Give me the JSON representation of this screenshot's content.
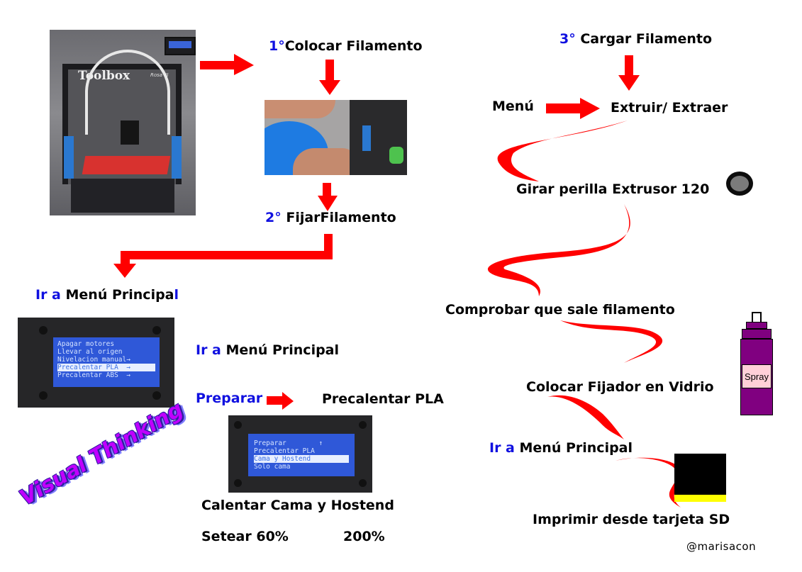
{
  "steps": {
    "s1_num": "1°",
    "s1_text": "Colocar Filamento",
    "s2_num": "2°",
    "s2_text": " FijarFilamento",
    "s3_num": "3°",
    "s3_text": " Cargar Filamento",
    "menu": "Menú",
    "extruir": "Extruir/ Extraer",
    "girar": "Girar perilla Extrusor 120",
    "comprobar": "Comprobar que sale filamento",
    "fijador": "Colocar Fijador en Vidrio",
    "ira3_blue": "Ir a",
    "ira3_black": " Menú Principal",
    "imprimir": "Imprimir desde tarjeta SD"
  },
  "left": {
    "ira1_blue": "Ir a",
    "ira1_black": " Menú Principa",
    "ira1_tail": "l",
    "ira2_blue": "Ir a",
    "ira2_black": " Menú Principal",
    "preparar": "Preparar",
    "precalentar": "Precalentar PLA",
    "calentar": "Calentar Cama y Hostend",
    "setear": "Setear  60%",
    "setear_val": "200%"
  },
  "printer": {
    "brand": "Toolbox",
    "model": "Rosa III"
  },
  "lcd1": {
    "lines": [
      "Apagar motores",
      "Llevar al origen",
      "Nivelacion manual→",
      "Precalentar PLA  →",
      "Precalentar ABS  →"
    ],
    "selected_index": 3
  },
  "lcd2": {
    "lines": [
      "Preparar        ↑",
      "Precalentar PLA",
      "Cama y Hostend",
      "Solo cama"
    ],
    "selected_index": 2
  },
  "spray_label": "Spray",
  "visual_thinking": "Visual Thinking",
  "credit": "@marisacon",
  "colors": {
    "arrow_red": "#ff0000",
    "accent_blue": "#1010e0",
    "lcd_blue": "#2f58d8",
    "spray_purple": "#800080",
    "sd_yellow": "#ffff00"
  }
}
